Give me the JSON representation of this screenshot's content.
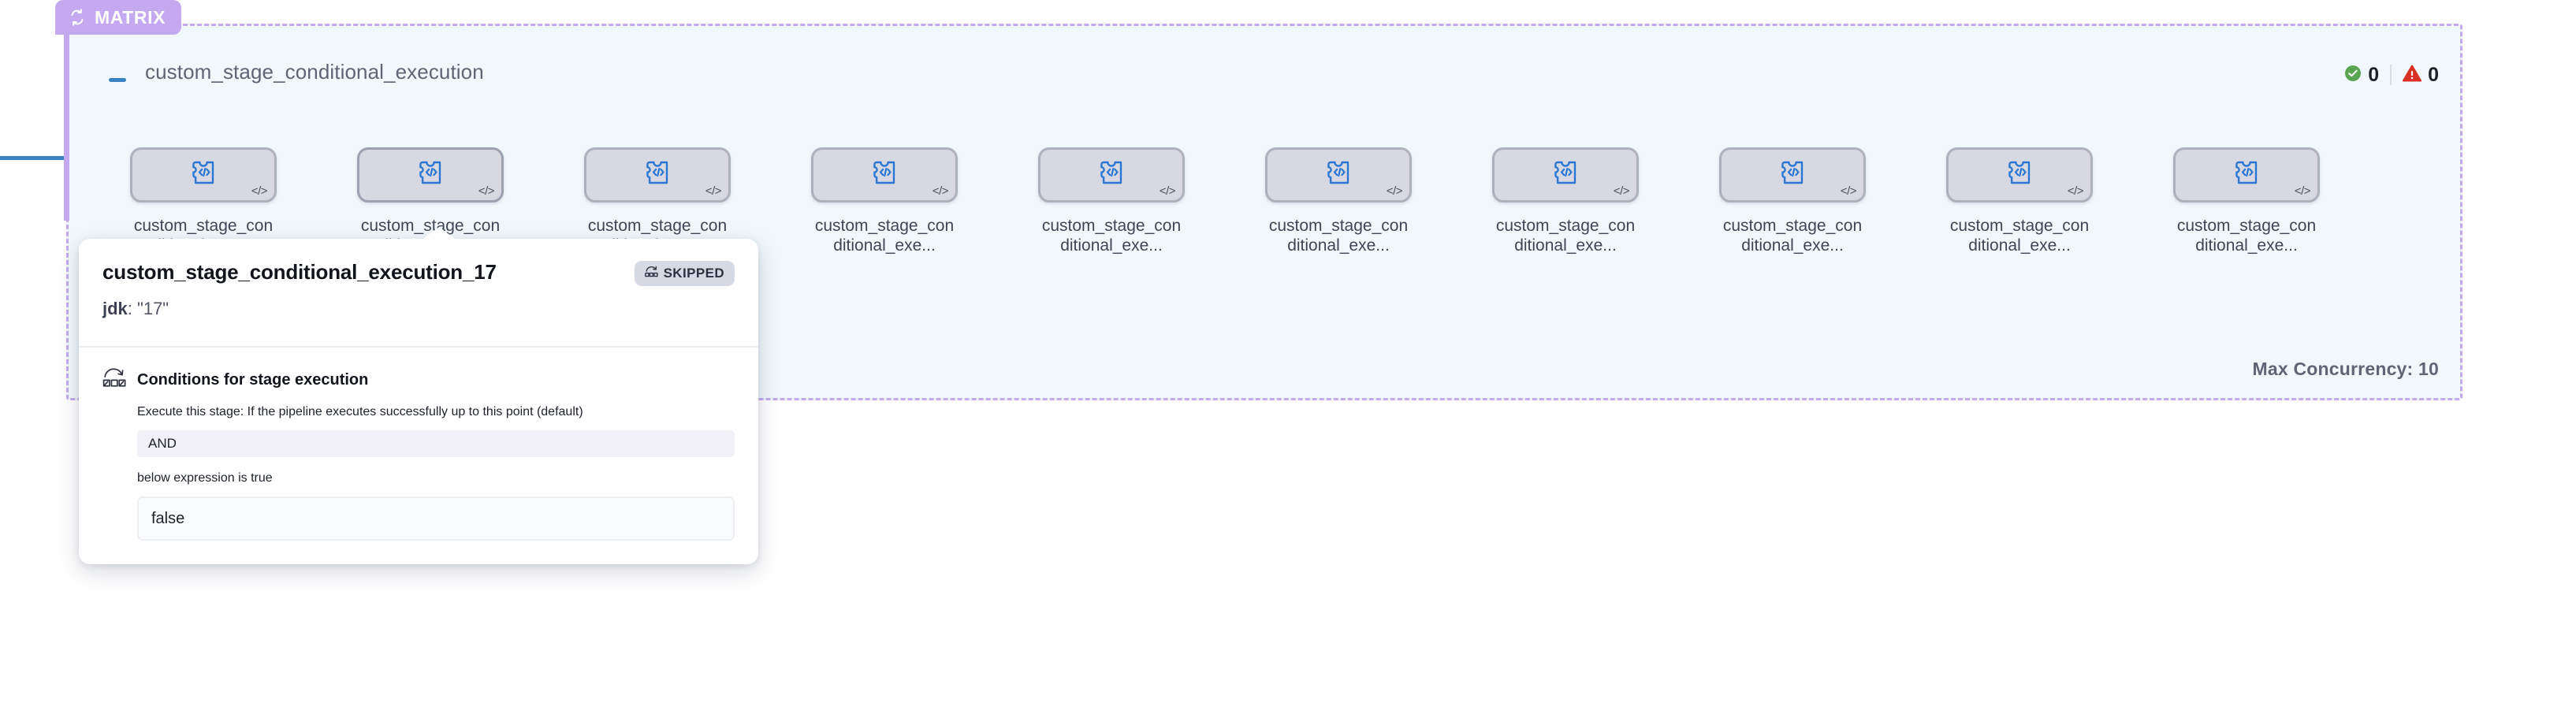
{
  "group": {
    "badge_label": "MATRIX",
    "badge_icon": "loop-repeat-icon",
    "title": "custom_stage_conditional_execution",
    "collapse_icon": "minus-collapse-icon",
    "max_concurrency_label": "Max Concurrency: 10",
    "accent_purple": "#c4a9f0",
    "group_bg": "#f1f8fb"
  },
  "counters": {
    "success_icon": "check-circle-icon",
    "success_count": "0",
    "error_icon": "warning-triangle-icon",
    "error_count": "0",
    "success_color": "#5aa552",
    "error_color": "#d93025"
  },
  "nodes": [
    {
      "label": "custom_stage_conditional_exe...",
      "icon": "custom-stage-code-icon",
      "corner_icon": "code-brackets-icon"
    },
    {
      "label": "custom_stage_conditional_exe...",
      "icon": "custom-stage-code-icon",
      "corner_icon": "code-brackets-icon"
    },
    {
      "label": "custom_stage_conditional_exe...",
      "icon": "custom-stage-code-icon",
      "corner_icon": "code-brackets-icon"
    },
    {
      "label": "custom_stage_conditional_exe...",
      "icon": "custom-stage-code-icon",
      "corner_icon": "code-brackets-icon"
    },
    {
      "label": "custom_stage_conditional_exe...",
      "icon": "custom-stage-code-icon",
      "corner_icon": "code-brackets-icon"
    },
    {
      "label": "custom_stage_conditional_exe...",
      "icon": "custom-stage-code-icon",
      "corner_icon": "code-brackets-icon"
    },
    {
      "label": "custom_stage_conditional_exe...",
      "icon": "custom-stage-code-icon",
      "corner_icon": "code-brackets-icon"
    },
    {
      "label": "custom_stage_conditional_exe...",
      "icon": "custom-stage-code-icon",
      "corner_icon": "code-brackets-icon"
    },
    {
      "label": "custom_stage_conditional_exe...",
      "icon": "custom-stage-code-icon",
      "corner_icon": "code-brackets-icon"
    },
    {
      "label": "custom_stage_conditional_exe...",
      "icon": "custom-stage-code-icon",
      "corner_icon": "code-brackets-icon"
    }
  ],
  "popover": {
    "title": "custom_stage_conditional_execution_17",
    "status_badge": "SKIPPED",
    "status_icon": "skip-forward-icon",
    "matrix_key": "jdk",
    "matrix_separator": ": ",
    "matrix_value": "\"17\"",
    "section_icon": "conditions-loop-icon",
    "section_title": "Conditions for stage execution",
    "condition_description": "Execute this stage: If the pipeline executes successfully up to this point (default)",
    "operator": "AND",
    "expression_label": "below expression is true",
    "expression_value": "false"
  }
}
